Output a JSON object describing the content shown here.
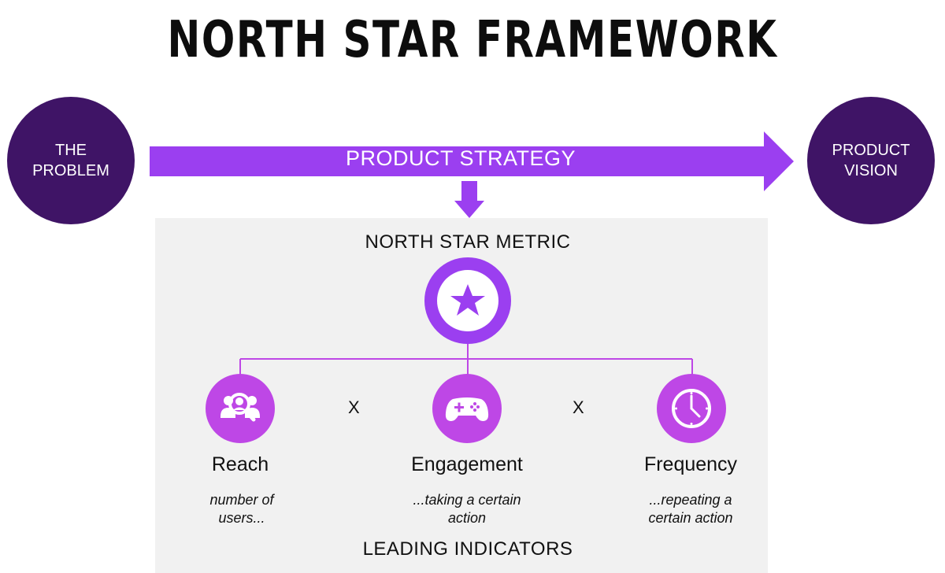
{
  "title": "NORTH STAR FRAMEWORK",
  "problem": "THE\nPROBLEM",
  "vision": "PRODUCT\nVISION",
  "strategy": "PRODUCT STRATEGY",
  "metric_title": "NORTH STAR METRIC",
  "operator": "X",
  "indicators": [
    {
      "name": "Reach",
      "desc": "number of\nusers...",
      "icon": "users-search-icon"
    },
    {
      "name": "Engagement",
      "desc": "...taking a certain\naction",
      "icon": "gamepad-icon"
    },
    {
      "name": "Frequency",
      "desc": "...repeating a\ncertain action",
      "icon": "clock-icon"
    }
  ],
  "leading": "LEADING INDICATORS",
  "colors": {
    "dark_purple": "#3f1466",
    "arrow_purple": "#9b3ff0",
    "icon_purple": "#be47e6",
    "panel": "#f1f1f1"
  }
}
